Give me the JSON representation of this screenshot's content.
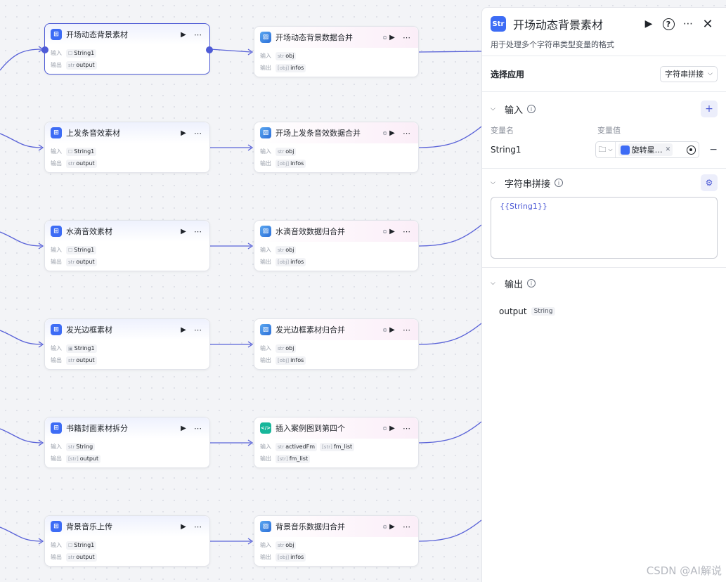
{
  "labels": {
    "in": "输入",
    "out": "输出"
  },
  "rows": [
    {
      "a": {
        "title": "开场动态背景素材",
        "in_tag": "String1",
        "in_type": "☐",
        "out_tag": "output",
        "out_type": "str",
        "selected": true
      },
      "b": {
        "title": "开场动态背景数据合并",
        "icon": "img",
        "in_tags": [
          {
            "type": "str",
            "name": "obj"
          }
        ],
        "out_tag": "infos",
        "out_type": "[obj]"
      }
    },
    {
      "a": {
        "title": "上发条音效素材",
        "in_tag": "String1",
        "in_type": "☐",
        "out_tag": "output",
        "out_type": "str"
      },
      "b": {
        "title": "开场上发条音效数据合并",
        "icon": "img",
        "in_tags": [
          {
            "type": "str",
            "name": "obj"
          }
        ],
        "out_tag": "infos",
        "out_type": "[obj]"
      }
    },
    {
      "a": {
        "title": "水滴音效素材",
        "in_tag": "String1",
        "in_type": "☐",
        "out_tag": "output",
        "out_type": "str"
      },
      "b": {
        "title": "水滴音效数据归合并",
        "icon": "img",
        "in_tags": [
          {
            "type": "str",
            "name": "obj"
          }
        ],
        "out_tag": "infos",
        "out_type": "[obj]"
      }
    },
    {
      "a": {
        "title": "发光边框素材",
        "in_tag": "String1",
        "in_type": "▣",
        "out_tag": "output",
        "out_type": "str"
      },
      "b": {
        "title": "发光边框素材归合并",
        "icon": "img",
        "in_tags": [
          {
            "type": "str",
            "name": "obj"
          }
        ],
        "out_tag": "infos",
        "out_type": "[obj]"
      }
    },
    {
      "a": {
        "title": "书籍封面素材拆分",
        "in_tag": "String",
        "in_type": "str",
        "out_tag": "output",
        "out_type": "[str]"
      },
      "b": {
        "title": "插入案例图到第四个",
        "icon": "code",
        "in_tags": [
          {
            "type": "str",
            "name": "activedFm"
          },
          {
            "type": "[str]",
            "name": "fm_list"
          }
        ],
        "out_tag": "fm_list",
        "out_type": "[str]"
      }
    },
    {
      "a": {
        "title": "背景音乐上传",
        "in_tag": "String1",
        "in_type": "☐",
        "out_tag": "output",
        "out_type": "str"
      },
      "b": {
        "title": "背景音乐数据归合并",
        "icon": "img",
        "in_tags": [
          {
            "type": "str",
            "name": "obj"
          }
        ],
        "out_tag": "infos",
        "out_type": "[obj]"
      }
    }
  ],
  "panel": {
    "icon_text": "Str",
    "title": "开场动态背景素材",
    "desc": "用于处理多个字符串类型变量的格式",
    "app_label": "选择应用",
    "app_value": "字符串拼接",
    "input_title": "输入",
    "col_name": "变量名",
    "col_value": "变量值",
    "var_name": "String1",
    "var_ref": "旋转星…",
    "concat_title": "字符串拼接",
    "template": "{{String1}}",
    "output_title": "输出",
    "output_name": "output",
    "output_type": "String"
  },
  "watermark": "CSDN @AI解说",
  "colors": {
    "accent": "#4e5bd6",
    "edge": "#5a63d8"
  }
}
